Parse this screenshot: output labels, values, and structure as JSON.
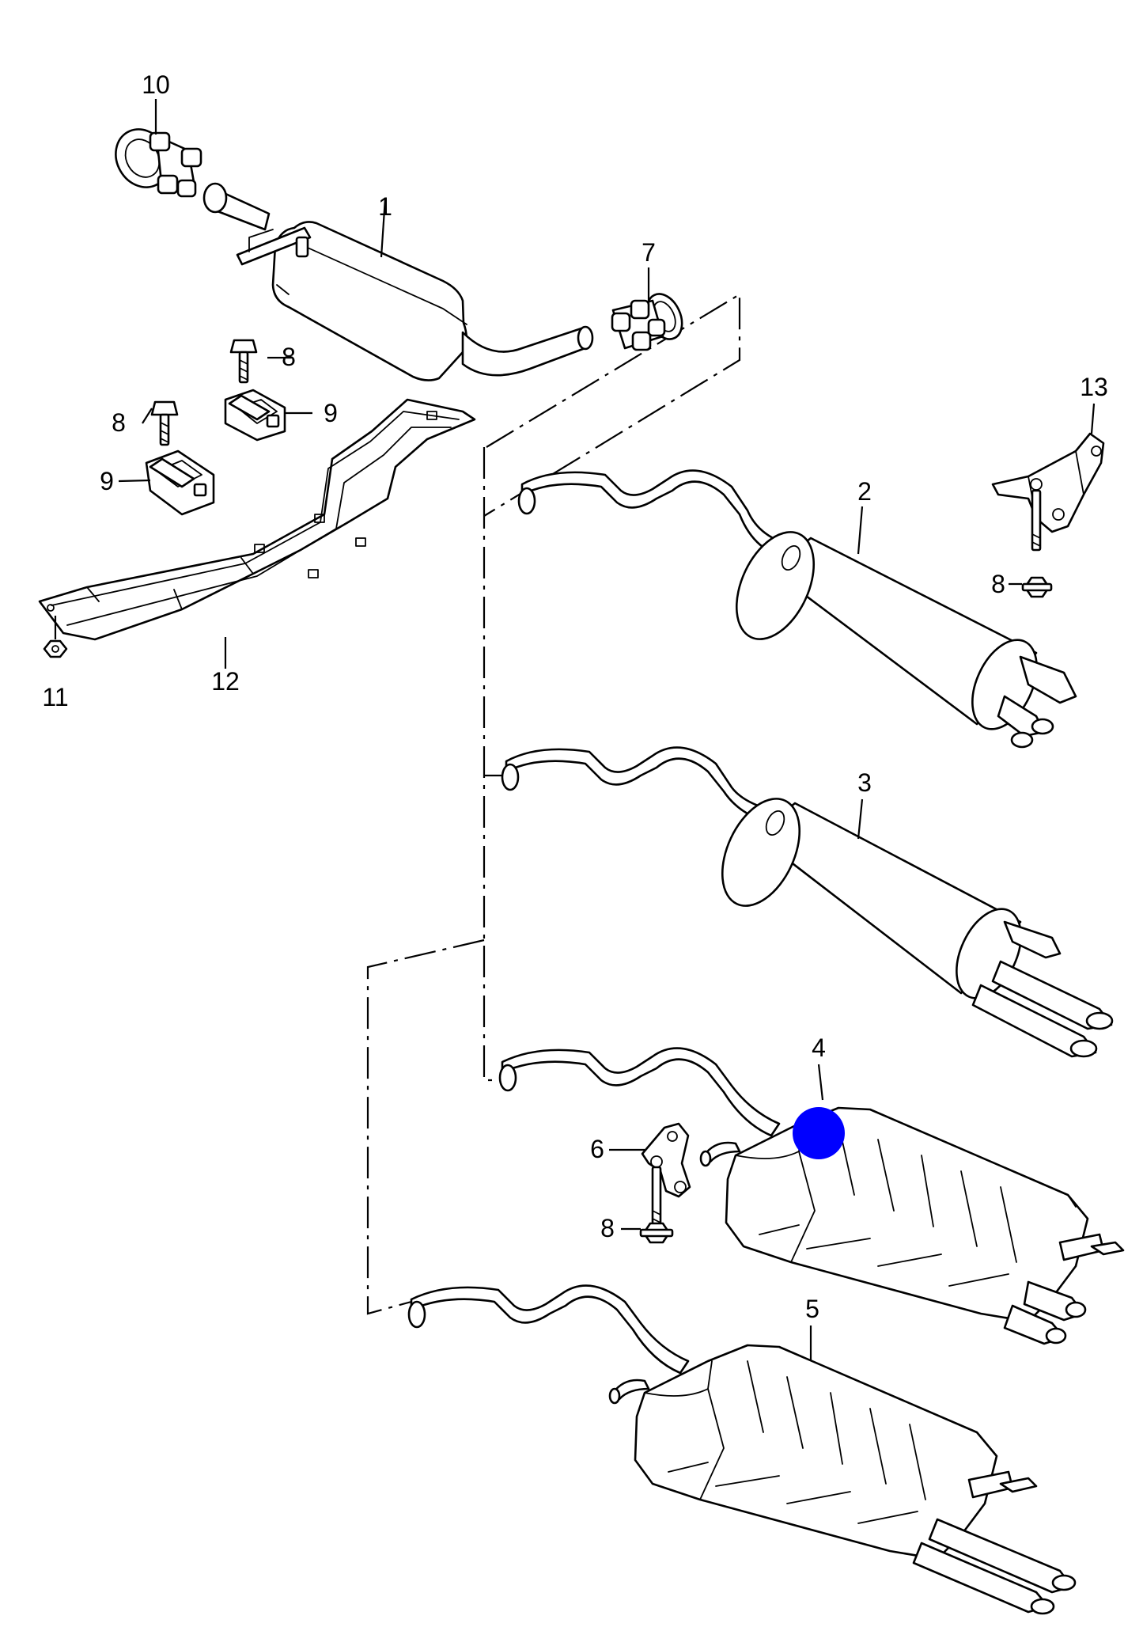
{
  "diagram": {
    "background": "#ffffff",
    "line_color": "#000000",
    "marker_color": "#0000ff",
    "callouts": [
      "1",
      "2",
      "3",
      "4",
      "5",
      "6",
      "7",
      "8",
      "9",
      "10",
      "11",
      "12",
      "13"
    ],
    "highlighted_callout": "4"
  }
}
